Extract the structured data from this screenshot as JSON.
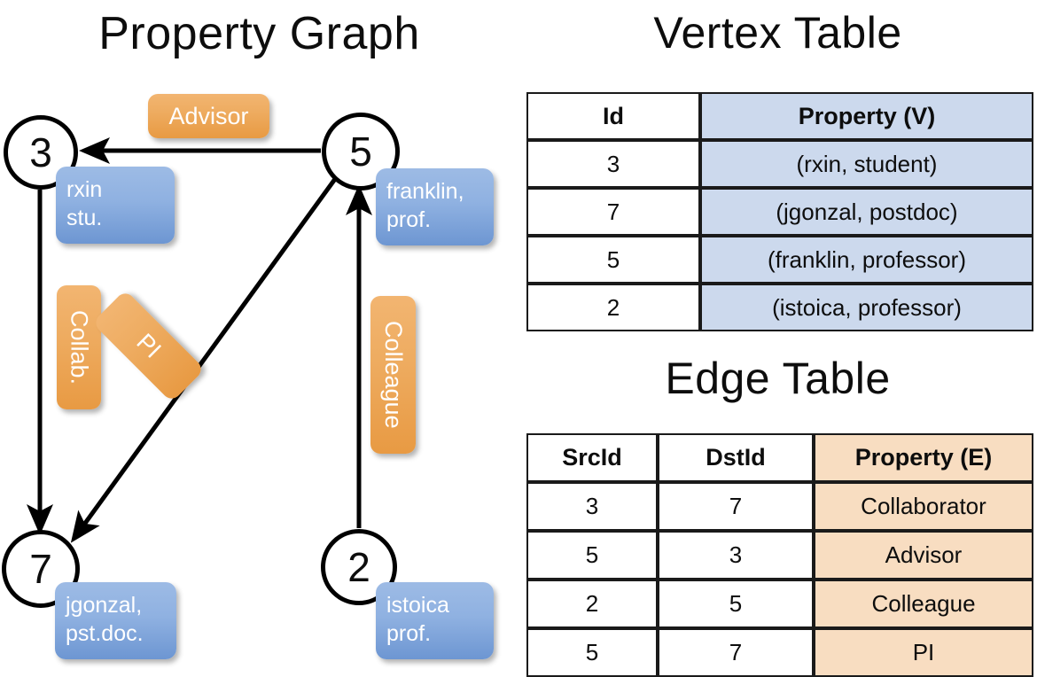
{
  "titles": {
    "property_graph": "Property Graph",
    "vertex_table": "Vertex Table",
    "edge_table": "Edge Table"
  },
  "graph": {
    "nodes": [
      {
        "id": "3",
        "name": "rxin",
        "role": "stu."
      },
      {
        "id": "5",
        "name": "franklin,",
        "role": "prof."
      },
      {
        "id": "7",
        "name": "jgonzal,",
        "role": "pst.doc."
      },
      {
        "id": "2",
        "name": "istoica",
        "role": "prof."
      }
    ],
    "edge_labels": [
      {
        "key": "advisor",
        "text": "Advisor"
      },
      {
        "key": "collab",
        "text": "Collab."
      },
      {
        "key": "pi",
        "text": "PI"
      },
      {
        "key": "colleague",
        "text": "Colleague"
      }
    ]
  },
  "vertex_table": {
    "headers": [
      "Id",
      "Property (V)"
    ],
    "rows": [
      {
        "id": "3",
        "property": "(rxin, student)"
      },
      {
        "id": "7",
        "property": "(jgonzal, postdoc)"
      },
      {
        "id": "5",
        "property": "(franklin, professor)"
      },
      {
        "id": "2",
        "property": "(istoica, professor)"
      }
    ]
  },
  "edge_table": {
    "headers": [
      "SrcId",
      "DstId",
      "Property (E)"
    ],
    "rows": [
      {
        "src": "3",
        "dst": "7",
        "property": "Collaborator"
      },
      {
        "src": "5",
        "dst": "3",
        "property": "Advisor"
      },
      {
        "src": "2",
        "dst": "5",
        "property": "Colleague"
      },
      {
        "src": "5",
        "dst": "7",
        "property": "PI"
      }
    ]
  },
  "colors": {
    "vertex_property_fill": "#ccd9ed",
    "edge_property_fill": "#f8ddc1",
    "node_box_blue": "#8fb1e1",
    "edge_label_orange": "#eeac61",
    "stroke": "#000000"
  }
}
